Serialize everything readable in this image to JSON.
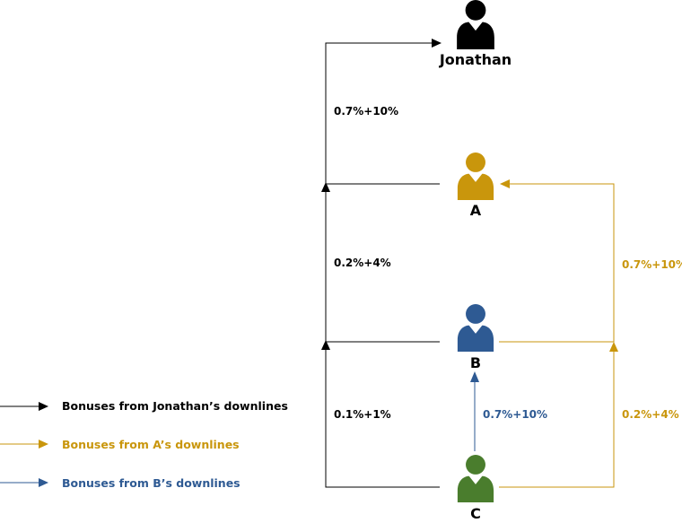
{
  "colors": {
    "black": "#000000",
    "gold": "#c9960c",
    "blue": "#2e5a93",
    "green": "#4a7d2d"
  },
  "nodes": {
    "jonathan": {
      "label": "Jonathan",
      "icon": "person-icon",
      "color": "#000000"
    },
    "a": {
      "label": "A",
      "icon": "person-icon",
      "color": "#c9960c"
    },
    "b": {
      "label": "B",
      "icon": "person-icon",
      "color": "#2e5a93"
    },
    "c": {
      "label": "C",
      "icon": "person-icon",
      "color": "#4a7d2d"
    }
  },
  "rates": {
    "a_to_jonathan": "0.7%+10%",
    "b_to_a": "0.2%+4%",
    "c_to_b": "0.1%+1%",
    "c_to_b_blue": "0.7%+10%",
    "b_to_a_gold": "0.7%+10%",
    "c_to_b_gold": "0.2%+4%"
  },
  "legend": {
    "jonathan": "Bonuses from Jonathan’s downlines",
    "a": "Bonuses from A’s downlines",
    "b": "Bonuses from B’s downlines"
  }
}
